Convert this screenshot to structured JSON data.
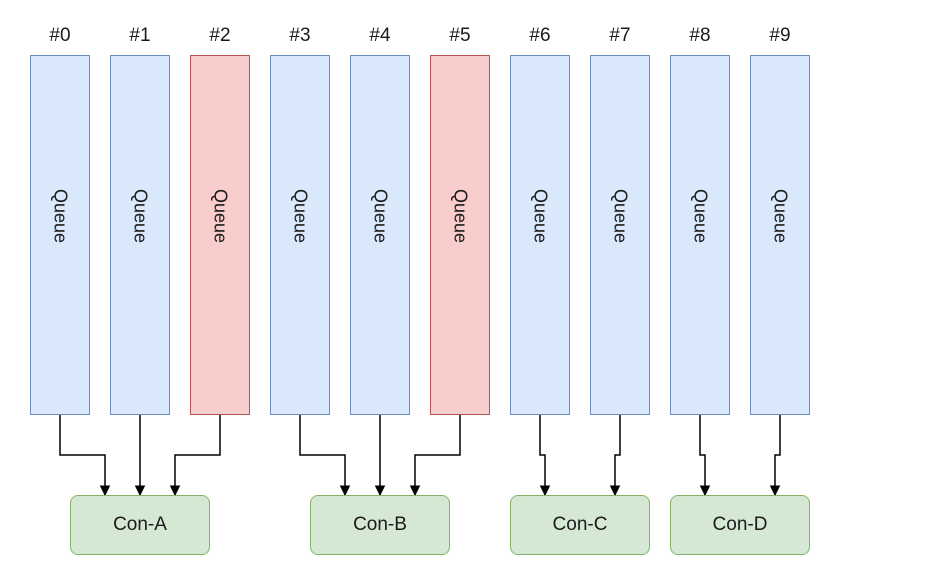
{
  "queues": [
    {
      "label": "#0",
      "text": "Queue",
      "highlight": false,
      "consumer": 0
    },
    {
      "label": "#1",
      "text": "Queue",
      "highlight": false,
      "consumer": 0
    },
    {
      "label": "#2",
      "text": "Queue",
      "highlight": true,
      "consumer": 0
    },
    {
      "label": "#3",
      "text": "Queue",
      "highlight": false,
      "consumer": 1
    },
    {
      "label": "#4",
      "text": "Queue",
      "highlight": false,
      "consumer": 1
    },
    {
      "label": "#5",
      "text": "Queue",
      "highlight": true,
      "consumer": 1
    },
    {
      "label": "#6",
      "text": "Queue",
      "highlight": false,
      "consumer": 2
    },
    {
      "label": "#7",
      "text": "Queue",
      "highlight": false,
      "consumer": 2
    },
    {
      "label": "#8",
      "text": "Queue",
      "highlight": false,
      "consumer": 3
    },
    {
      "label": "#9",
      "text": "Queue",
      "highlight": false,
      "consumer": 3
    }
  ],
  "consumers": [
    {
      "label": "Con-A"
    },
    {
      "label": "Con-B"
    },
    {
      "label": "Con-C"
    },
    {
      "label": "Con-D"
    }
  ],
  "colors": {
    "queue_fill": "#dae8fc",
    "queue_stroke": "#6c8ebf",
    "highlight_fill": "#f8cecc",
    "highlight_stroke": "#b85450",
    "consumer_fill": "#d5e8d4",
    "consumer_stroke": "#82b366",
    "arrow": "#000000"
  }
}
